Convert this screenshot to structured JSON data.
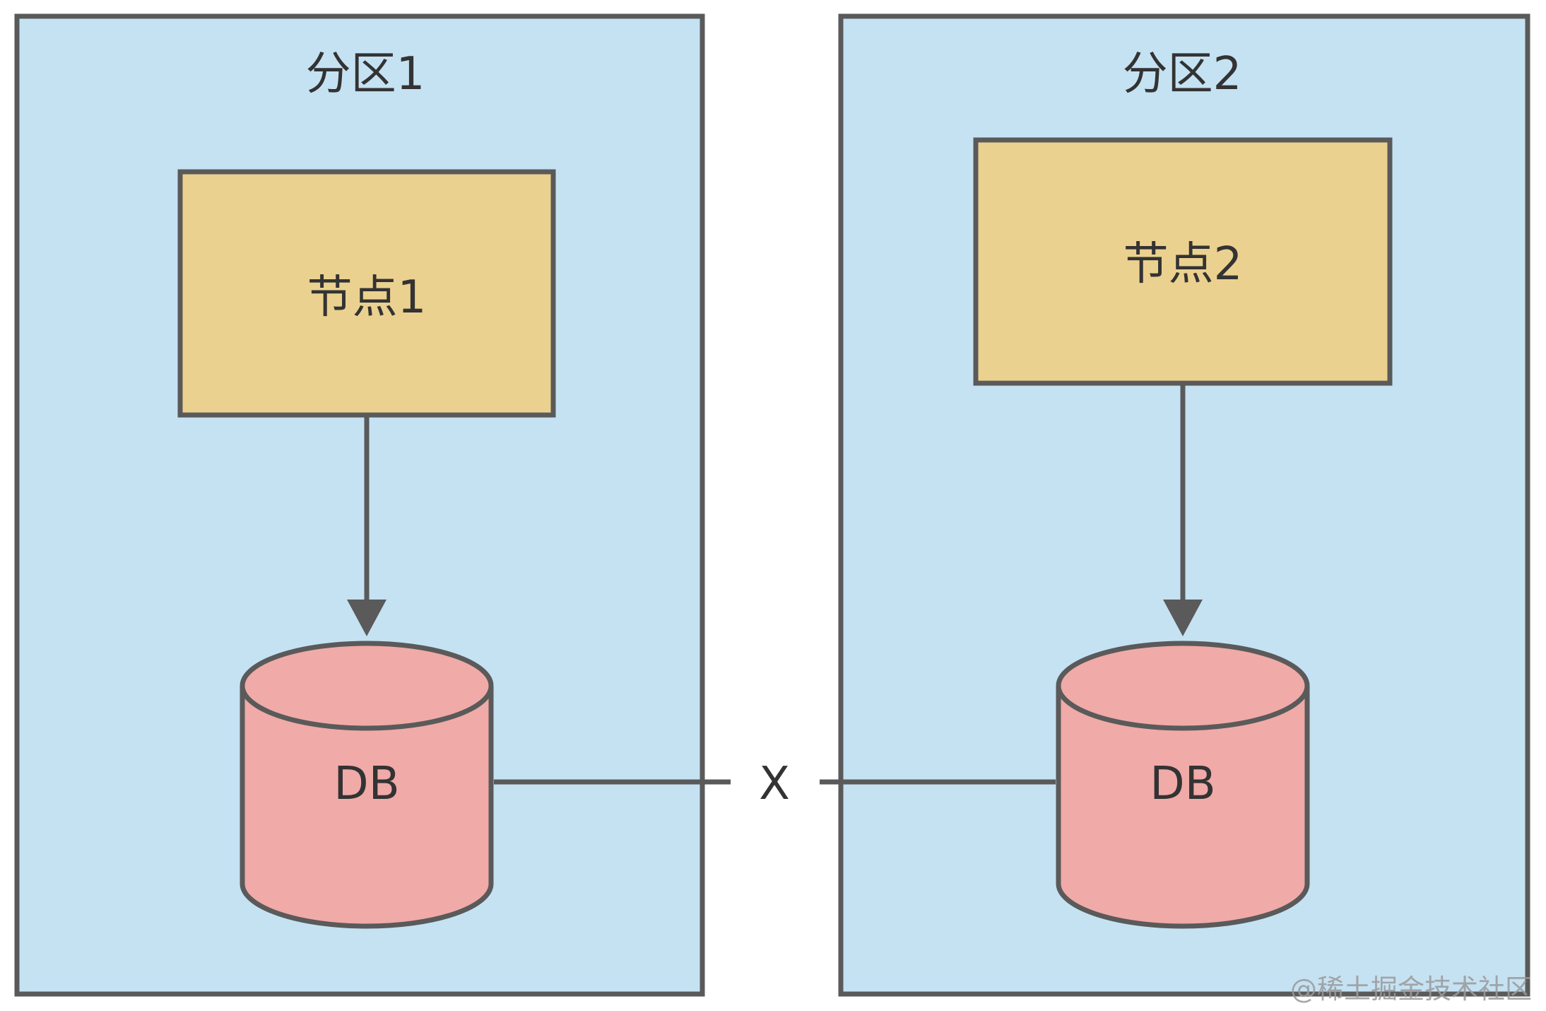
{
  "partitions": [
    {
      "title": "分区1",
      "node_label": "节点1",
      "db_label": "DB"
    },
    {
      "title": "分区2",
      "node_label": "节点2",
      "db_label": "DB"
    }
  ],
  "link_label": "X",
  "watermark": "@稀土掘金技术社区",
  "colors": {
    "partition_fill": "#c5e2f3",
    "node_fill": "#ebd18f",
    "db_fill": "#f0aaa8",
    "stroke": "#5a5a5a"
  }
}
